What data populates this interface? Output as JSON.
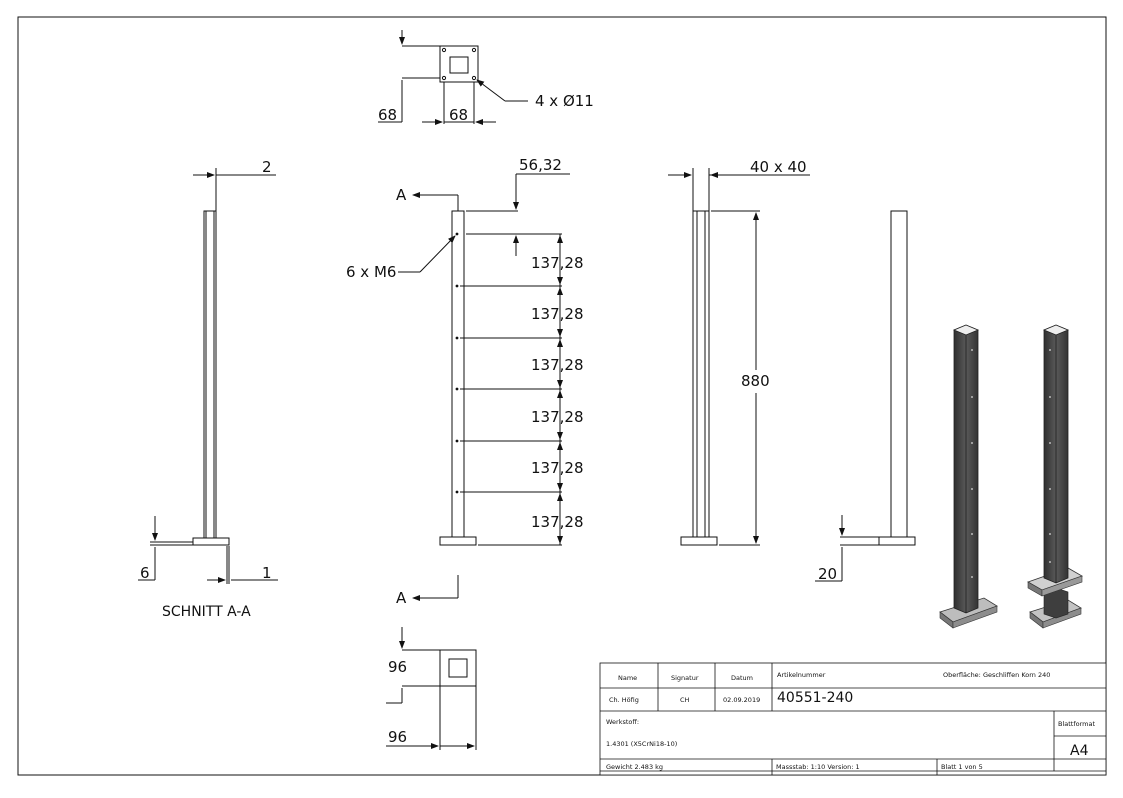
{
  "top_view": {
    "hole_callout": "4 x Ø11",
    "dim_left": "68",
    "dim_bottom": "68"
  },
  "section_view": {
    "dim_wall": "2",
    "dim_base": "6",
    "dim_foot": "1",
    "caption": "SCHNITT A-A"
  },
  "front_view": {
    "section_label_top": "A",
    "section_label_bottom": "A",
    "hole_callout": "6 x M6",
    "dim_top": "56,32",
    "spacings": [
      "137,28",
      "137,28",
      "137,28",
      "137,28",
      "137,28",
      "137,28"
    ]
  },
  "side_view": {
    "dim_profile": "40 x 40",
    "dim_height": "880"
  },
  "back_view": {
    "dim_base": "20"
  },
  "base_view": {
    "dim_side": "96",
    "dim_bottom": "96"
  },
  "title_block": {
    "name_header": "Name",
    "signature_header": "Signatur",
    "date_header": "Datum",
    "name": "Ch. Höfig",
    "signature": "CH",
    "date": "02.09.2019",
    "article_label": "Artikelnummer",
    "article_number": "40551-240",
    "surface": "Oberfläche:  Geschliffen Korn 240",
    "material_label": "Werkstoff:",
    "material": "1.4301 (X5CrNi18-10)",
    "format_label": "Blattformat",
    "format": "A4",
    "weight": "Gewicht 2.483 kg",
    "scale": "Massstab: 1:10    Version: 1",
    "sheet": "Blatt 1 von 5"
  },
  "colors": {
    "line": "#111111",
    "post_dark": "#454545",
    "post_light": "#8a8a8a",
    "plate": "#c9c9c9"
  }
}
